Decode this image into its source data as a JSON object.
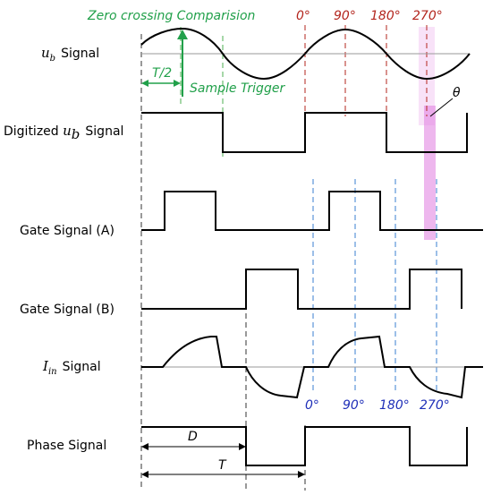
{
  "rows": {
    "ub": {
      "sym": "u",
      "sub": "b",
      "suffix": "Signal"
    },
    "digitized": {
      "prefix": "Digitized ",
      "sym": "u",
      "sub": "b",
      "suffix": "Signal"
    },
    "gate_a": {
      "label": "Gate Signal (A)"
    },
    "gate_b": {
      "label": "Gate Signal (B)"
    },
    "iin": {
      "sym": "I",
      "sub": "in",
      "suffix": "Signal"
    },
    "phase": {
      "label": "Phase Signal"
    }
  },
  "annotations": {
    "zero_crossing": "Zero crossing Comparision",
    "half_period": "T/2",
    "sample_trigger": "Sample Trigger",
    "theta": "θ",
    "d": "D",
    "t": "T"
  },
  "phase_marks_top": [
    "0°",
    "90°",
    "180°",
    "270°"
  ],
  "phase_marks_bottom": [
    "0°",
    "90°",
    "180°",
    "270°"
  ],
  "colors": {
    "green": "#21a04a",
    "red": "#b3261e",
    "blue": "#1f2fb8",
    "blue_dash": "#3a7fd0",
    "green_dash": "#4caf50",
    "theta_band": "#e07be0",
    "trace": "#000000",
    "baseline": "#9a9a9a"
  }
}
